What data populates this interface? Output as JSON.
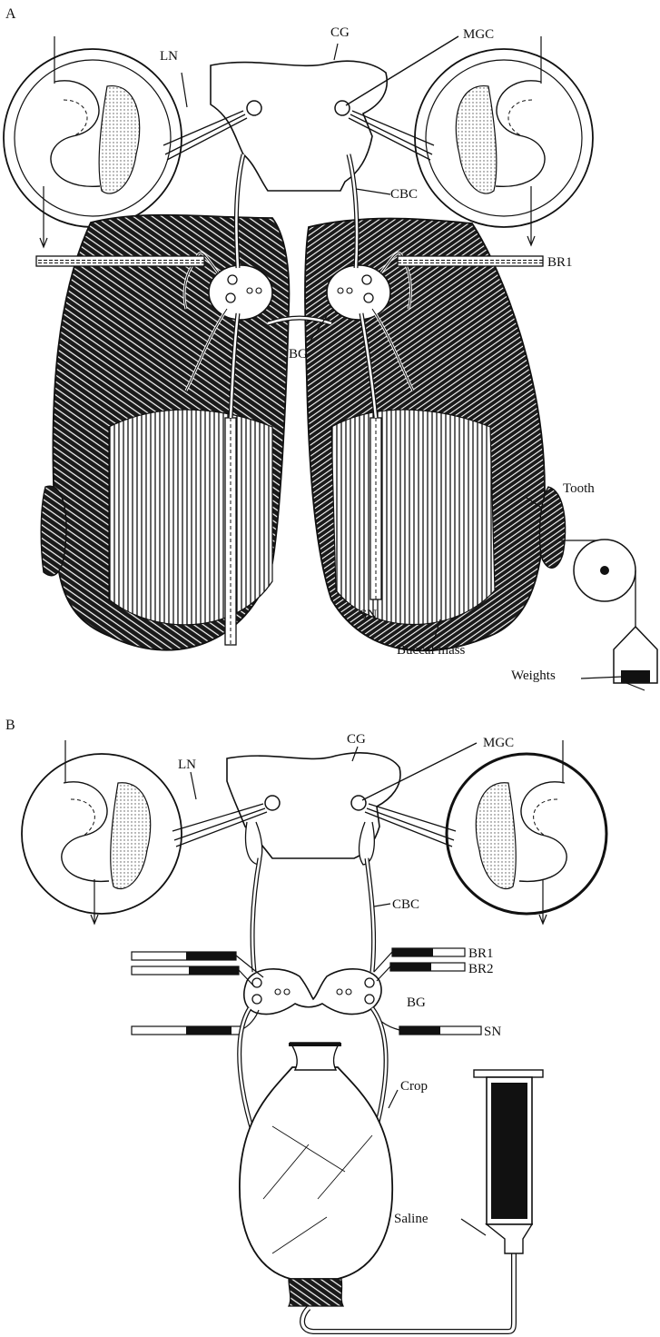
{
  "figure": {
    "colors": {
      "ink": "#111111",
      "paper": "#ffffff",
      "stipple": "#e6e6e6",
      "muscle": "#1a1a1a"
    },
    "panel_a": {
      "letter": "A",
      "labels": {
        "cg": "CG",
        "mgc": "MGC",
        "ln": "LN",
        "cbc": "CBC",
        "br1": "BR1",
        "bg": "BG",
        "tooth": "Tooth",
        "sn": "SN",
        "buccal_mass": "Buccal mass",
        "weights": "Weights"
      }
    },
    "panel_b": {
      "letter": "B",
      "labels": {
        "cg": "CG",
        "mgc": "MGC",
        "ln": "LN",
        "cbc": "CBC",
        "br1": "BR1",
        "br2": "BR2",
        "bg": "BG",
        "sn": "SN",
        "crop": "Crop",
        "saline": "Saline"
      }
    }
  }
}
